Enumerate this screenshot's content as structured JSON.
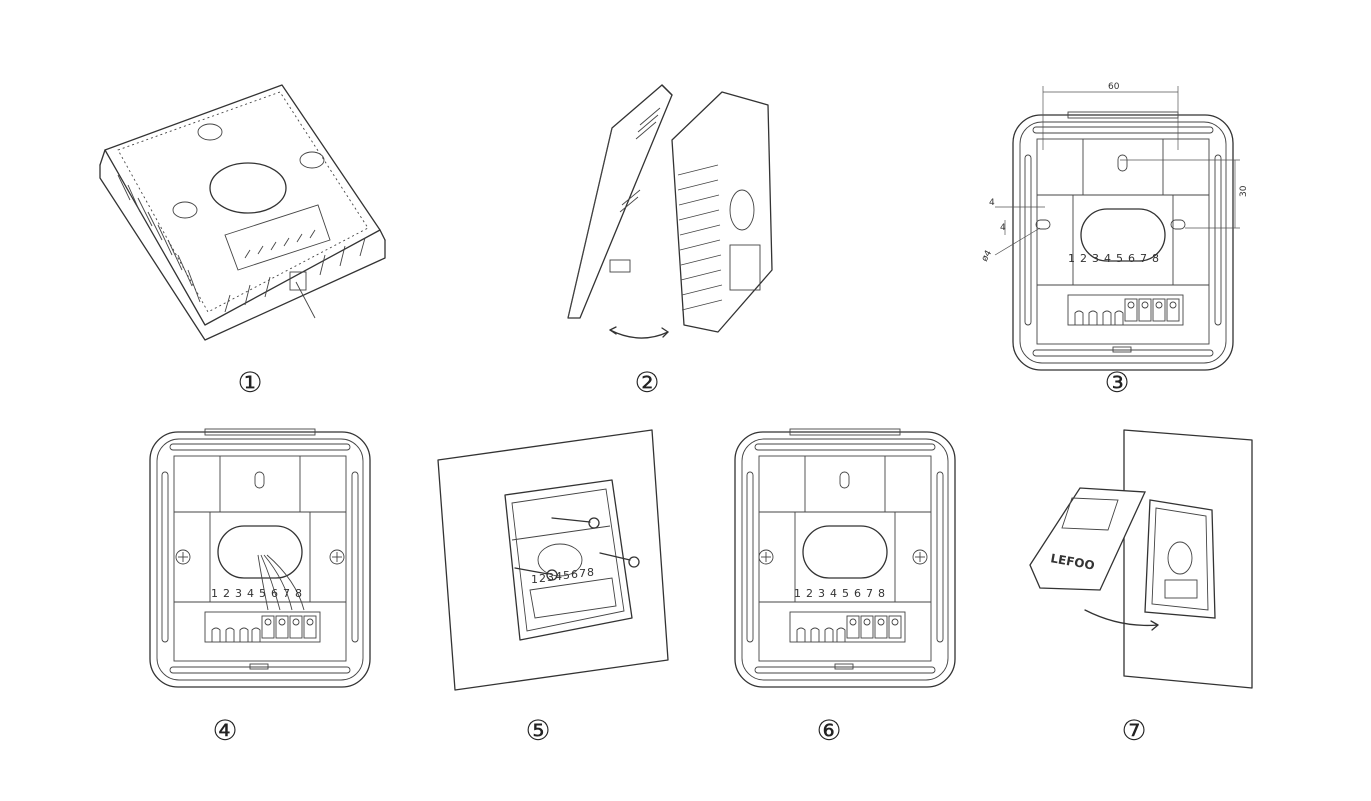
{
  "steps": [
    {
      "marker": "①"
    },
    {
      "marker": "②"
    },
    {
      "marker": "③"
    },
    {
      "marker": "④"
    },
    {
      "marker": "⑤"
    },
    {
      "marker": "⑥"
    },
    {
      "marker": "⑦"
    }
  ],
  "dimensions": {
    "width": "60",
    "height": "30",
    "offset": "4",
    "slot": "4",
    "hole": "ø4"
  },
  "terminal_numbers": [
    "1",
    "2",
    "3",
    "4",
    "5",
    "6",
    "7",
    "8"
  ],
  "brand_text": "LEFOO"
}
